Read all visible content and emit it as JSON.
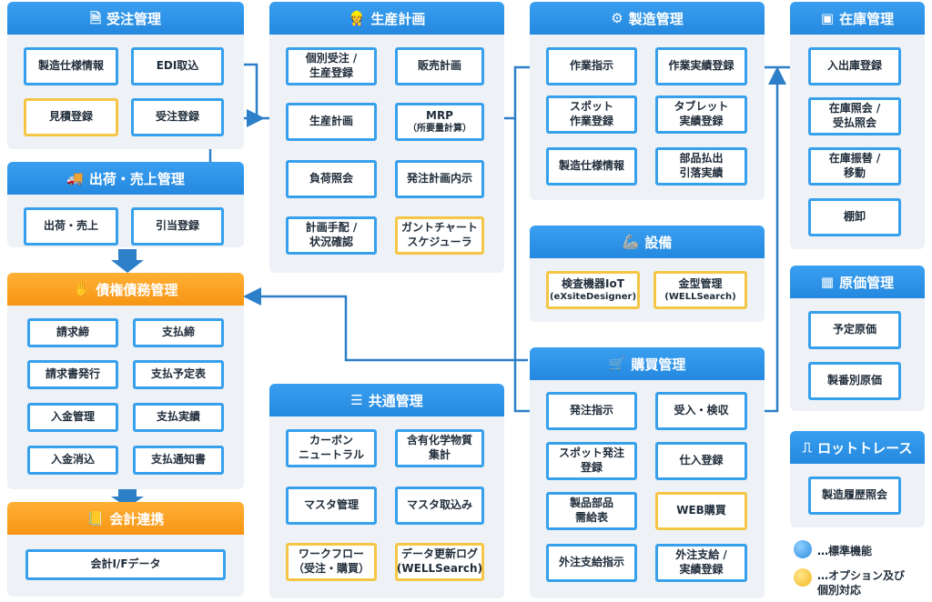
{
  "colors": {
    "blue": "#37a0ec",
    "yellow": "#f5c646",
    "orange": "#f79514",
    "panel": "#eef2f7"
  },
  "order": {
    "header": "受注管理",
    "items": {
      "spec": "製造仕様情報",
      "edi": "EDI取込",
      "quote": "見積登録",
      "entry": "受注登録"
    }
  },
  "ship": {
    "header": "出荷・売上管理",
    "items": {
      "sales": "出荷・売上",
      "alloc": "引当登録"
    }
  },
  "credit": {
    "header": "債権債務管理",
    "items": {
      "billclose": "請求締",
      "payclose": "支払締",
      "invoice": "請求書発行",
      "paysched": "支払予定表",
      "deposit": "入金管理",
      "payres": "支払実績",
      "depclear": "入金消込",
      "paynotice": "支払通知書"
    }
  },
  "acct": {
    "header": "会計連携",
    "items": {
      "if": "会計I/Fデータ"
    }
  },
  "prod": {
    "header": "生産計画",
    "items": {
      "individual": "個別受注 /\n生産登録",
      "salesplan": "販売計画",
      "plan": "生産計画",
      "mrp": "MRP",
      "mrp_sub": "（所要量計算）",
      "load": "負荷照会",
      "order": "発注計画内示",
      "arrange": "計画手配 /\n状況確認",
      "gantt": "ガントチャート\nスケジューラ"
    }
  },
  "mfg": {
    "header": "製造管理",
    "items": {
      "instr": "作業指示",
      "result": "作業実績登録",
      "spot": "スポット\n作業登録",
      "tablet": "タブレット\n実績登録",
      "spec": "製造仕様情報",
      "parts": "部品払出\n引落実績"
    }
  },
  "equip": {
    "header": "設備",
    "items": {
      "iot": "検査機器IoT",
      "iot_sub": "(eXsiteDesigner)",
      "mold": "金型管理",
      "mold_sub": "(WELLSearch)"
    }
  },
  "purch": {
    "header": "購買管理",
    "items": {
      "po": "発注指示",
      "receive": "受入・検収",
      "spot": "スポット発注\n登録",
      "purchase": "仕入登録",
      "parts": "製品部品\n需給表",
      "web": "WEB購買",
      "outsource": "外注支給指示",
      "outres": "外注支給 /\n実績登録"
    }
  },
  "common": {
    "header": "共通管理",
    "items": {
      "carbon": "カーボン\nニュートラル",
      "chem": "含有化学物質\n集計",
      "master": "マスタ管理",
      "import": "マスタ取込み",
      "workflow": "ワークフロー\n（受注・購買）",
      "log": "データ更新ログ\n(WELLSearch)"
    }
  },
  "stock": {
    "header": "在庫管理",
    "items": {
      "io": "入出庫登録",
      "inq": "在庫照会 /\n受払照会",
      "move": "在庫振替 /\n移動",
      "count": "棚卸"
    }
  },
  "cost": {
    "header": "原価管理",
    "items": {
      "plan": "予定原価",
      "lot": "製番別原価"
    }
  },
  "lot": {
    "header": "ロットトレース",
    "items": {
      "trace": "製造履歴照会"
    }
  },
  "legend": {
    "standard": "…標準機能",
    "option": "…オプション及び\n個別対応"
  }
}
